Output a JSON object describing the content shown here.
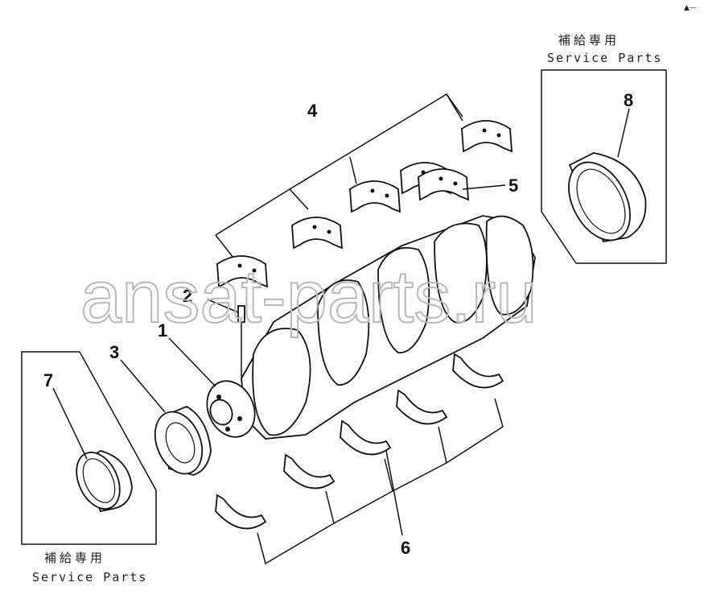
{
  "watermark": "ansat-parts.ru",
  "corner_mark": "▲—",
  "service_box_right": {
    "label_jp": "補給専用",
    "label_en": "Service Parts"
  },
  "service_box_left": {
    "label_jp": "補給専用",
    "label_en": "Service Parts"
  },
  "callouts": [
    "1",
    "2",
    "3",
    "4",
    "5",
    "6",
    "7",
    "8"
  ]
}
